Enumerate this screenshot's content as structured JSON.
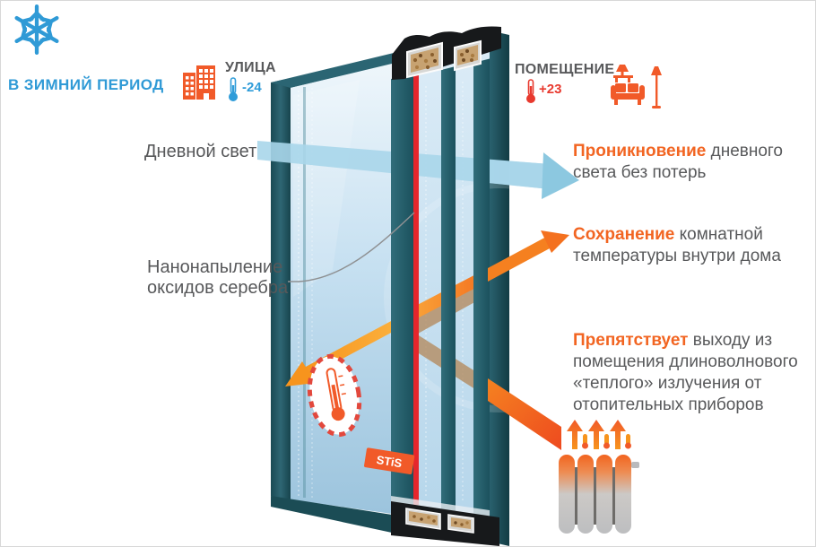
{
  "title": {
    "period": "В ЗИМНИЙ ПЕРИОД"
  },
  "outdoor": {
    "label": "УЛИЦА",
    "temperature": "-24"
  },
  "indoor": {
    "label": "ПОМЕЩЕНИЕ",
    "temperature": "+23"
  },
  "labels": {
    "daylight": "Дневной свет",
    "coating": "Нанонапыление оксидов серебра"
  },
  "callouts": [
    {
      "highlight": "Проникновение",
      "rest": " дневного света без потерь"
    },
    {
      "highlight": "Сохранение",
      "rest": " комнатной температуры внутри дома"
    },
    {
      "highlight": "Препятствует",
      "rest": " выходу из помещения длиноволнового «теплого» излучения от отопительных приборов"
    }
  ],
  "window_unit": {
    "brand_label": "STiS"
  },
  "colors": {
    "accent_orange": "#f26522",
    "accent_blue": "#2f9ad6",
    "text_gray": "#58595b",
    "temp_cold": "#2e9cd9",
    "temp_warm": "#e8392e",
    "frame_teal": "#235c68",
    "coating_red": "#e5262c",
    "daylight_beam": "#a9d6ea",
    "heat_beam": "#f4711f"
  }
}
